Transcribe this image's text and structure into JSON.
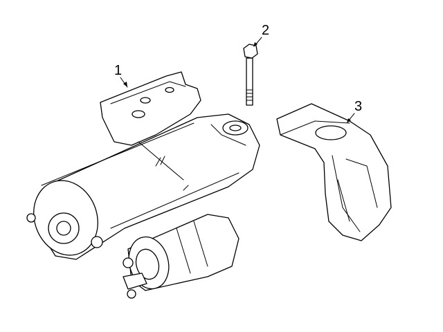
{
  "diagram": {
    "callouts": [
      {
        "number": "1",
        "part": "starter-mounting-bracket"
      },
      {
        "number": "2",
        "part": "bolt"
      },
      {
        "number": "3",
        "part": "support-bracket"
      }
    ]
  }
}
